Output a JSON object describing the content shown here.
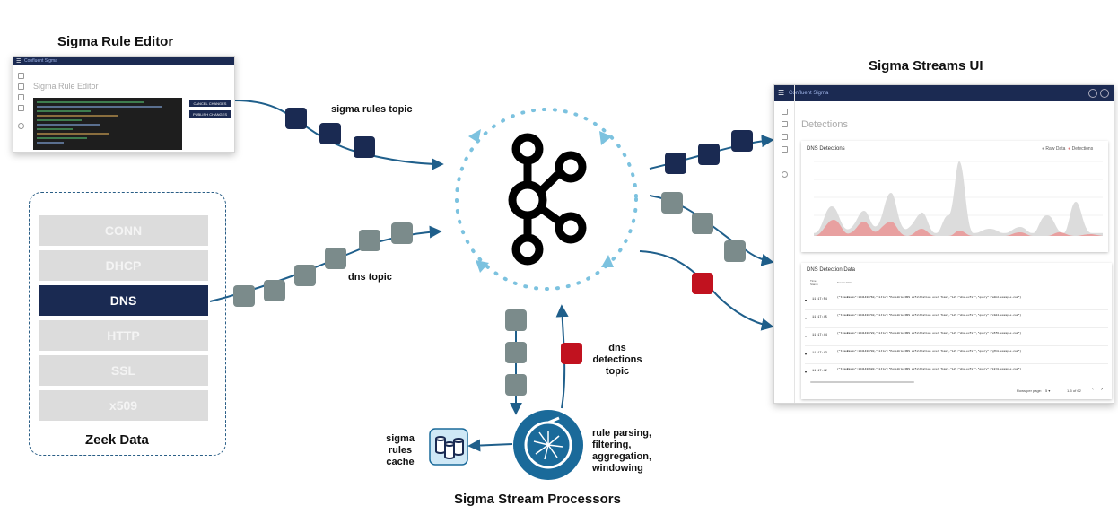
{
  "titles": {
    "rule_editor": "Sigma Rule Editor",
    "streams_ui": "Sigma Streams UI",
    "zeek": "Zeek Data",
    "processors": "Sigma Stream Processors"
  },
  "labels": {
    "sigma_rules_topic": "sigma rules topic",
    "dns_topic": "dns topic",
    "dns_detections_topic": [
      "dns",
      "detections",
      "topic"
    ],
    "rules_cache": [
      "sigma",
      "rules",
      "cache"
    ],
    "processor_ops": [
      "rule parsing,",
      "filtering,",
      "aggregation,",
      "windowing"
    ]
  },
  "zeek_items": [
    "CONN",
    "DHCP",
    "DNS",
    "HTTP",
    "SSL",
    "x509"
  ],
  "zeek_active": "DNS",
  "editor_window": {
    "brand": "Confluent Sigma",
    "page_title": "Sigma Rule Editor",
    "buttons": [
      "CANCEL CHANGES",
      "PUBLISH CHANGES"
    ]
  },
  "streams_window": {
    "brand": "Confluent Sigma",
    "page_title": "Detections",
    "chart_title": "DNS Detections",
    "legend": [
      "Raw Data",
      "Detections"
    ],
    "table_title": "DNS Detection Data",
    "col_time": "Time Stamp",
    "col_data": "Source Data",
    "rows": [
      {
        "time": "11:17:54",
        "data": "{\"timeBasis\":1641430760,\"title\":\"Possible DNS exfiltration over Time\",\"id\":\"dns-exfil\",\"query\":\"a1b2.example.com\"}"
      },
      {
        "time": "11:17:45",
        "data": "{\"timeBasis\":1641430740,\"title\":\"Possible DNS exfiltration over Time\",\"id\":\"dns-exfil\",\"query\":\"c3d4.example.com\"}"
      },
      {
        "time": "11:17:44",
        "data": "{\"timeBasis\":1641430720,\"title\":\"Possible DNS exfiltration over Time\",\"id\":\"dns-exfil\",\"query\":\"e5f6.example.com\"}"
      },
      {
        "time": "11:17:43",
        "data": "{\"timeBasis\":1641430700,\"title\":\"Possible DNS exfiltration over Time\",\"id\":\"dns-exfil\",\"query\":\"g7h8.example.com\"}"
      },
      {
        "time": "11:17:42",
        "data": "{\"timeBasis\":1641430680,\"title\":\"Possible DNS exfiltration over Time\",\"id\":\"dns-exfil\",\"query\":\"i9j0.example.com\"}"
      }
    ],
    "rows_per_page": "Rows per page:",
    "rows_per_page_value": "5",
    "pagination": "1-5 of 62"
  },
  "colors": {
    "navy": "#1a2a52",
    "grey_message": "#7b8b8b",
    "red_message": "#c1121f",
    "arrow": "#1f5f8b",
    "cycle": "#7cc2df",
    "processor": "#1a6a9a"
  },
  "icons": [
    "kafka-logo-icon",
    "stream-processor-icon",
    "cache-database-icon",
    "menu-icon"
  ]
}
